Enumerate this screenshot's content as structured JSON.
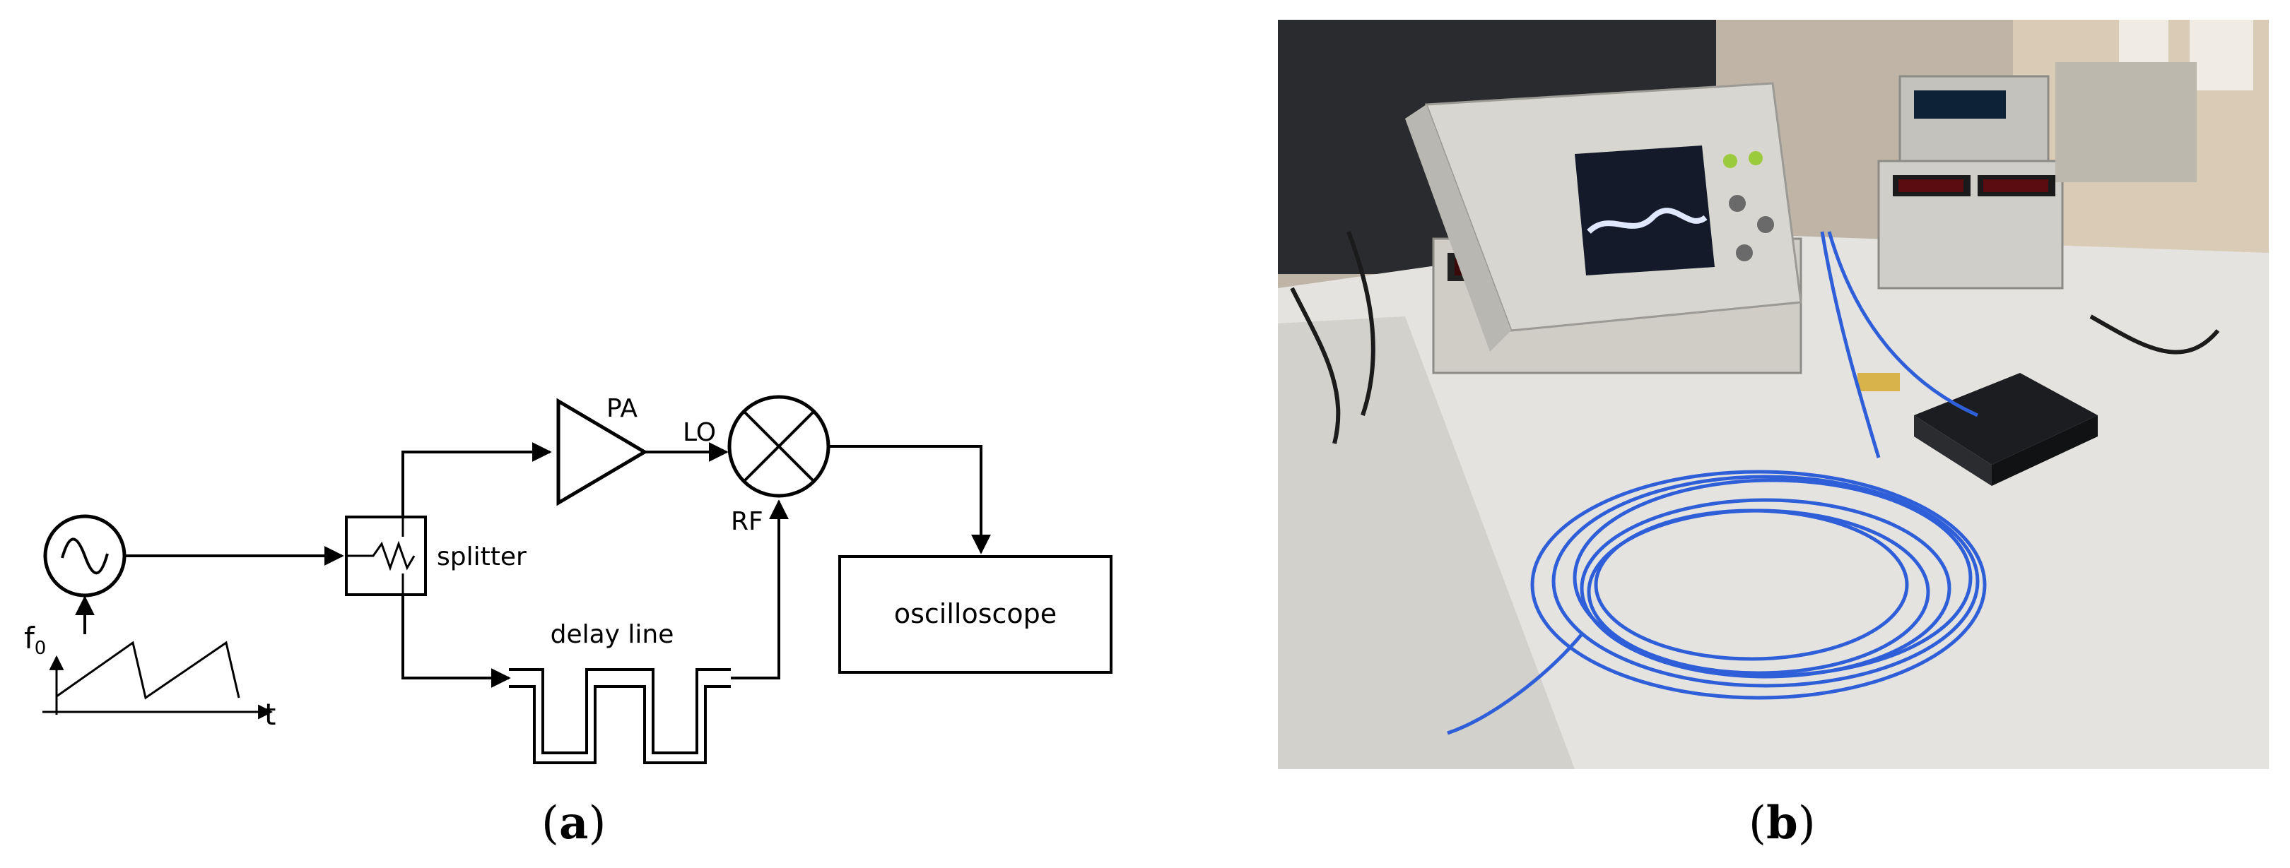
{
  "diagram": {
    "labels": {
      "pa": "PA",
      "lo": "LO",
      "rf": "RF",
      "splitter": "splitter",
      "delay_line": "delay line",
      "oscilloscope": "oscilloscope",
      "f_symbol": "f",
      "f_subscript": "0",
      "t_axis": "t"
    }
  },
  "captions": {
    "a": {
      "open": "(",
      "letter": "a",
      "close": ")"
    },
    "b": {
      "open": "(",
      "letter": "b",
      "close": ")"
    }
  },
  "photo": {
    "description_icon": "lab-setup-photo",
    "colors": {
      "cable": "#2f5fd8",
      "oscilloscope_body": "#d8d6d0",
      "table": "#e6e5e1",
      "wall": "#cdbfae",
      "dark": "#1e1f22"
    }
  }
}
